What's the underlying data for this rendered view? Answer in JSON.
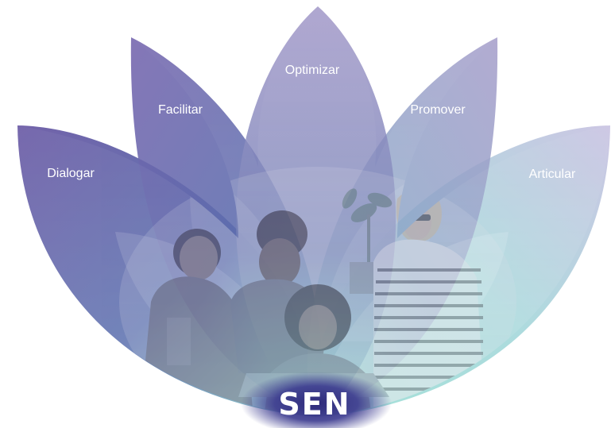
{
  "diagram": {
    "center": {
      "label": "SEN"
    },
    "petals": [
      {
        "id": "dialogar",
        "label": "Dialogar"
      },
      {
        "id": "facilitar",
        "label": "Facilitar"
      },
      {
        "id": "optimizar",
        "label": "Optimizar"
      },
      {
        "id": "promover",
        "label": "Promover"
      },
      {
        "id": "articular",
        "label": "Articular"
      }
    ],
    "colors": {
      "violet": "#6a5aa5",
      "lavender": "#a39bc8",
      "blue": "#5a6fae",
      "teal": "#8fd3cf",
      "mint": "#c2ebe4",
      "center_glow": "#2e2a7a"
    },
    "photo": {
      "subject": "four people gathered around a laptop"
    }
  }
}
